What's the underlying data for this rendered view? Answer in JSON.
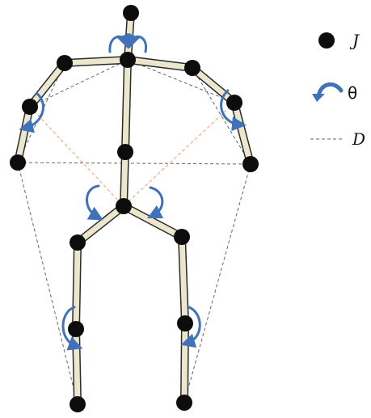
{
  "figure": {
    "legend": [
      {
        "key": "joint",
        "symbol": "filled-circle",
        "label": "J"
      },
      {
        "key": "angle",
        "symbol": "curved-arrow-icon",
        "label": "θ"
      },
      {
        "key": "distance",
        "symbol": "dashed-line",
        "label": "D"
      }
    ]
  },
  "colors": {
    "bone_fill": "#ebe6cc",
    "bone_outline": "#2b2b2b",
    "joint": "#0d0d0d",
    "angle_arrow": "#3f72b8",
    "distance_dashed": "#666666",
    "distance_dashed_highlight": "#e8a070"
  }
}
